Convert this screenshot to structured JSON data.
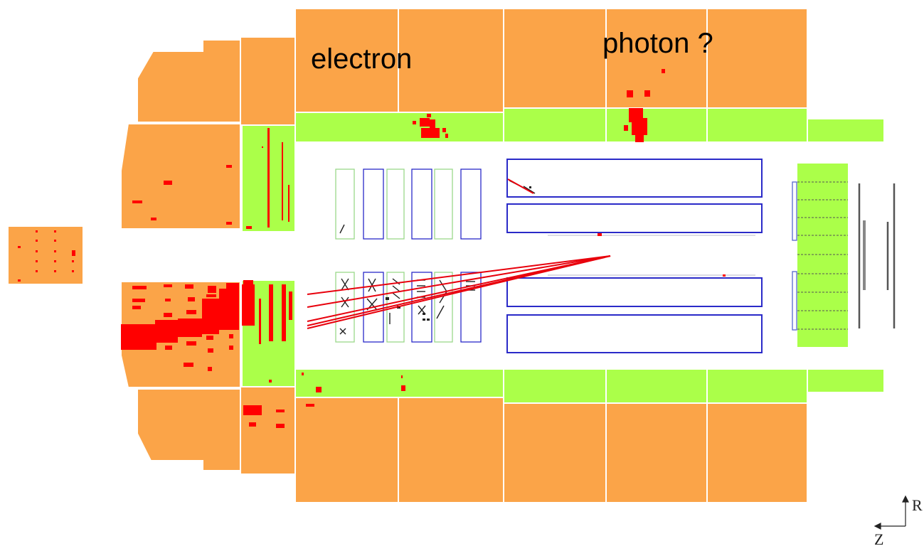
{
  "labels": {
    "electron": "electron",
    "photon": "photon ?"
  },
  "axes": {
    "r": "R",
    "z": "Z"
  },
  "colors": {
    "hadronic_calorimeter": "#FBA448",
    "em_calorimeter": "#ABFF49",
    "energy_deposit": "#FF0000",
    "track": "#E8000C",
    "silicon_outline": "#2A2AC8",
    "silicon_outline_light": "#9AD88A",
    "muon_chamber": "#555555"
  }
}
